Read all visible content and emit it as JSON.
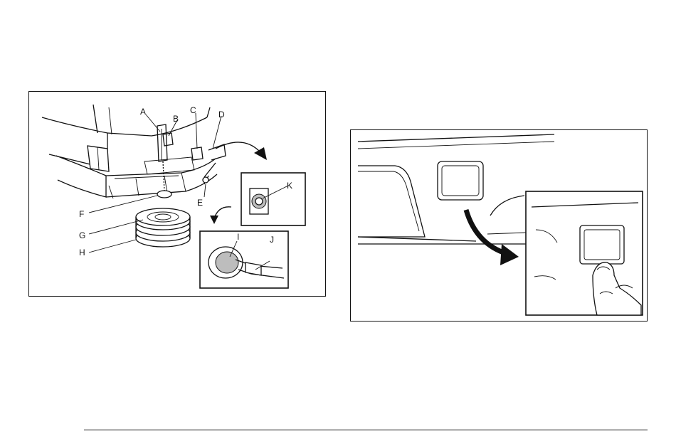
{
  "figure_1": {
    "callouts": {
      "a": "A",
      "b": "B",
      "c": "C",
      "d": "D",
      "e": "E",
      "f": "F",
      "g": "G",
      "h": "H",
      "i": "I",
      "j": "J",
      "k": "K"
    }
  },
  "figure_2": {}
}
